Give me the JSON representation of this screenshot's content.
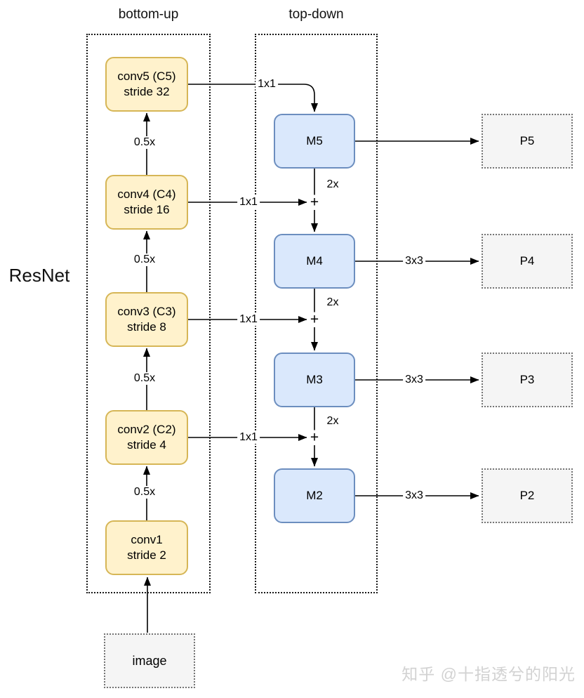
{
  "pathway_titles": {
    "bottom_up": "bottom-up",
    "top_down": "top-down"
  },
  "backbone_name": "ResNet",
  "backbone_blocks": [
    {
      "name": "conv5 (C5)",
      "stride": "stride 32"
    },
    {
      "name": "conv4 (C4)",
      "stride": "stride 16"
    },
    {
      "name": "conv3 (C3)",
      "stride": "stride 8"
    },
    {
      "name": "conv2 (C2)",
      "stride": "stride 4"
    },
    {
      "name": "conv1",
      "stride": "stride 2"
    }
  ],
  "merged_blocks": [
    "M5",
    "M4",
    "M3",
    "M2"
  ],
  "output_blocks": [
    "P5",
    "P4",
    "P3",
    "P2"
  ],
  "input_block": "image",
  "edge_labels": {
    "downsample": "0.5x",
    "lateral_conv": "1x1",
    "upsample": "2x",
    "output_conv": "3x3",
    "merge": "+"
  },
  "watermark": "知乎 @十指透兮的阳光",
  "colors": {
    "backbone_fill": "#fff2cc",
    "backbone_border": "#d6b656",
    "merged_fill": "#dae8fc",
    "merged_border": "#6c8ebf",
    "output_fill": "#f5f5f5",
    "output_border": "#757575",
    "container_border": "#1a1a1a",
    "arrow": "#000000",
    "watermark_text": "#d2d2d2"
  }
}
